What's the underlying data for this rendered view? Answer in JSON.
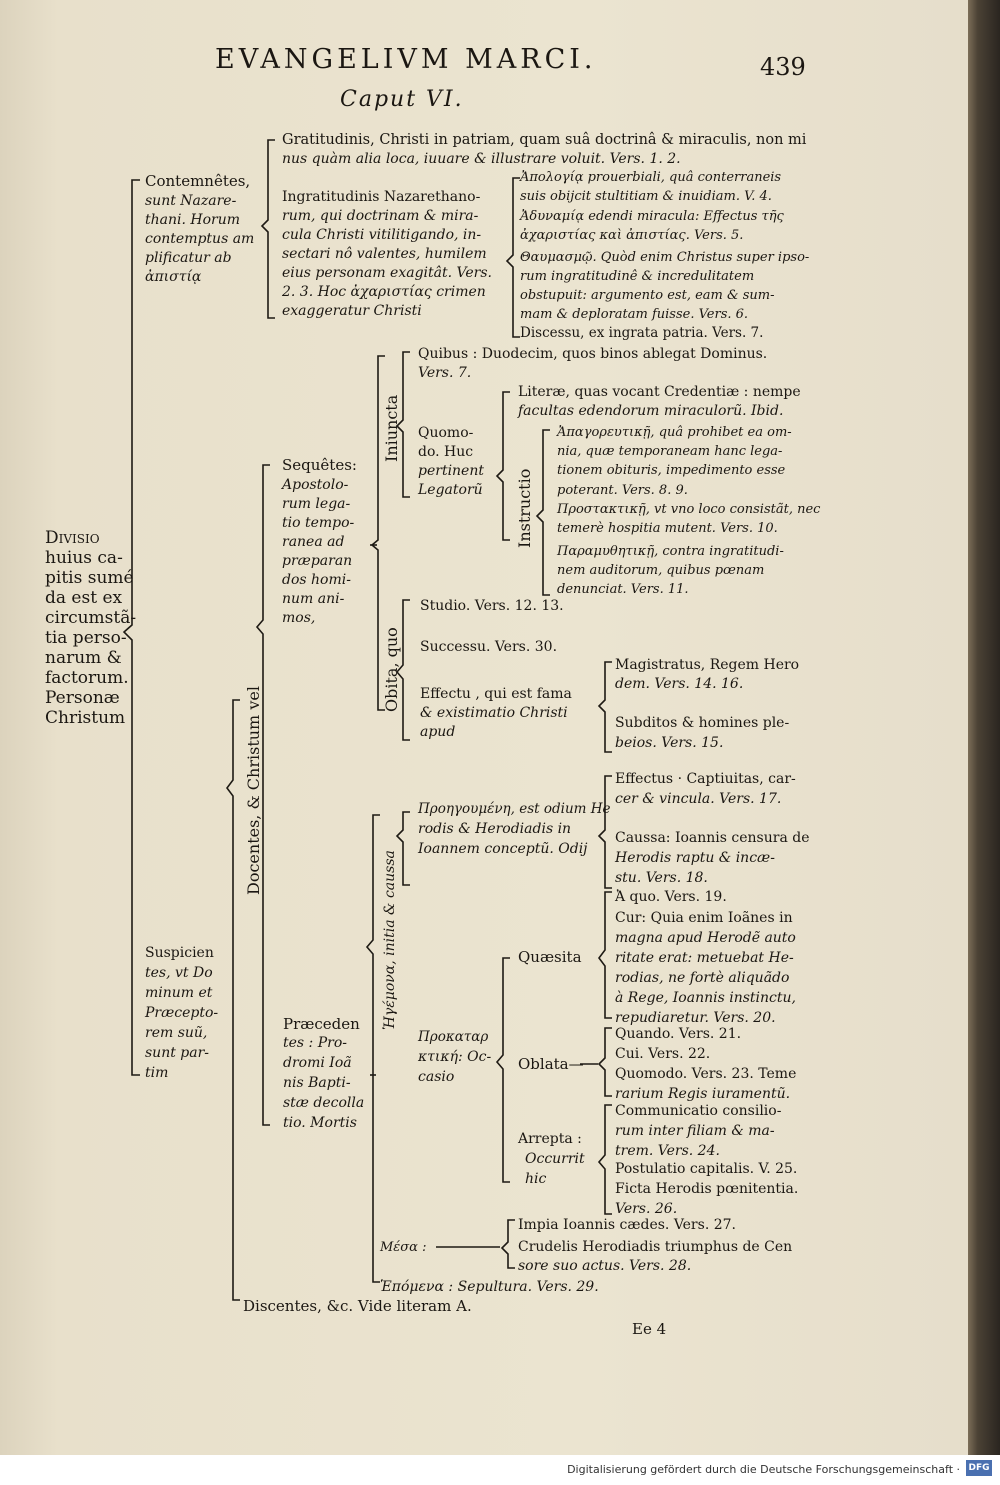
{
  "header": {
    "title": "EVANGELIVM MARCI.",
    "page_number": "439",
    "chapter": "Caput VI."
  },
  "root": [
    "Divisio",
    "huius ca-",
    "pitis sumé",
    "da est ex",
    "circumstã-",
    "tia perso-",
    "narum &",
    "factorum.",
    "Personæ",
    "Christum"
  ],
  "contemnentes": {
    "label": [
      "Contemnêtes,",
      "sunt Nazare-",
      "thani. Horum",
      "contemptus am",
      "plificatur ab",
      "ἀπιστίᾳ"
    ],
    "gratitudinis": [
      "Gratitudinis, Christi in patriam, quam suâ doctrinâ & miraculis, non mi",
      "nus quàm alia loca, iuuare & illustrare voluit. Vers. 1. 2."
    ],
    "ingratitudinis": [
      "Ingratitudinis Nazarethano-",
      "rum, qui doctrinam & mira-",
      "cula Christi vitilitigando, in-",
      "sectari nô valentes, humilem",
      "eius personam exagitât. Vers.",
      "2. 3. Hoc ἀχαριστίας crimen",
      "exaggeratur Christi"
    ],
    "effects": [
      "Ἀπολογίᾳ prouerbiali, quâ conterraneis",
      "suis obijcit stultitiam & inuidiam. V. 4.",
      "Ἀδυναμίᾳ edendi miracula: Effectus τῆς",
      "ἀχαριστίας καὶ ἀπιστίας. Vers. 5.",
      "Θαυμασμῷ. Quòd enim Christus super ipso-",
      "rum ingratitudinê & incredulitatem",
      "obstupuit: argumento est, eam & sum-",
      "mam & deploratam fuisse. Vers. 6.",
      "Discessu, ex ingrata patria. Vers. 7."
    ]
  },
  "docentes": {
    "label": "Docentes, & Christum vel",
    "sequentes": [
      "Sequêtes:",
      "Apostolo-",
      "rum lega-",
      "tio tempo-",
      "ranea ad",
      "præparan",
      "dos homi-",
      "num ani-",
      "mos,"
    ],
    "iniuncta_label": "Iniuncta",
    "quibus": [
      "Quibus : Duodecim, quos binos ablegat Dominus.",
      "Vers. 7."
    ],
    "quomodo": [
      "Quomo-",
      "do. Huc",
      "pertinent",
      "Legatorũ"
    ],
    "literae": [
      "Literæ, quas vocant Credentiæ : nempe",
      "facultas edendorum miraculorũ. Ibid."
    ],
    "instructio_label": "Instructio",
    "instructio_items": [
      "Ἀπαγορευτικῇ, quâ prohibet ea om-",
      "nia, quæ temporaneam hanc lega-",
      "tionem obituris, impedimento esse",
      "poterant. Vers. 8. 9.",
      "Προστακτικῇ, vt vno loco consistãt, nec",
      "temerè hospitia mutent. Vers. 10.",
      "Παραμυθητικῇ, contra ingratitudi-",
      "nem auditorum, quibus pœnam",
      "denunciat. Vers. 11."
    ],
    "obita_label": "Obita, quo",
    "studio": "Studio. Vers. 12. 13.",
    "successu": "Successu. Vers. 30.",
    "effectu": [
      "Effectu , qui est fama",
      "& existimatio Christi",
      "apud"
    ],
    "magistratus": [
      "Magistratus, Regem Hero",
      "dem. Vers. 14. 16."
    ],
    "subditos": [
      "Subditos & homines ple-",
      "beios. Vers. 15."
    ],
    "suspicientes": [
      "Suspicien",
      "tes, vt Do",
      "minum et",
      "Præcepto-",
      "rem suũ,",
      "sunt par-",
      "tim"
    ],
    "praecedentes": [
      "Præceden",
      "tes : Pro-",
      "dromi Ioã",
      "nis Bapti-",
      "stæ decolla",
      "tio. Mortis"
    ],
    "initia_label": "Ἡγέμονα, initia & caussa",
    "proegoumene": [
      "Προηγουμένη, est odium He",
      "rodis & Herodiadis in",
      "Ioannem conceptũ. Odij"
    ],
    "effectus": [
      "Effectus · Captiuitas, car-",
      "cer & vincula. Vers. 17."
    ],
    "caussa": [
      "Caussa: Ioannis censura de",
      "Herodis raptu & incæ-",
      "stu. Vers. 18."
    ],
    "prokatarktike": [
      "Προκαταρ",
      "κτική: Oc-",
      "casio"
    ],
    "quaesita": "Quæsita",
    "a_quo": "Ἀ quo. Vers. 19.",
    "cur": [
      "Cur: Quia enim Ioãnes in",
      "magna apud Herodẽ auto",
      "ritate erat: metuebat He-",
      "rodias, ne fortè aliquãdo",
      "à Rege, Ioannis instinctu,",
      "repudiaretur. Vers. 20."
    ],
    "oblata": "Oblata—",
    "quando": "Quando. Vers. 21.",
    "cui": "Cui. Vers. 22.",
    "quomodo_oblata": [
      "Quomodo. Vers. 23. Teme",
      "rarium Regis iuramentũ."
    ],
    "arrepta": [
      "Arrepta :",
      "Occurrit",
      "hic"
    ],
    "communicatio": [
      "Communicatio consilio-",
      "rum inter filiam & ma-",
      "trem. Vers. 24."
    ],
    "postulatio": "Postulatio capitalis. V. 25.",
    "ficta": [
      "Ficta Herodis pœnitentia.",
      "Vers. 26."
    ],
    "mesa": "Μέσα :",
    "impia": "Impia Ioannis cædes. Vers. 27.",
    "crudelis": [
      "Crudelis Herodiadis triumphus de Cen",
      "sore suo actus. Vers. 28."
    ],
    "epomena": "Ἑπόμενα : Sepultura. Vers. 29."
  },
  "discentes": "Discentes, &c. Vide literam A.",
  "signature": "Ee   4",
  "footer": {
    "credit": "Digitalisierung gefördert durch die Deutsche Forschungsgemeinschaft ·",
    "logo": "DFG"
  },
  "colors": {
    "paper": "#e8e0cb",
    "ink": "#1b1712",
    "background": "#1c1a18"
  }
}
